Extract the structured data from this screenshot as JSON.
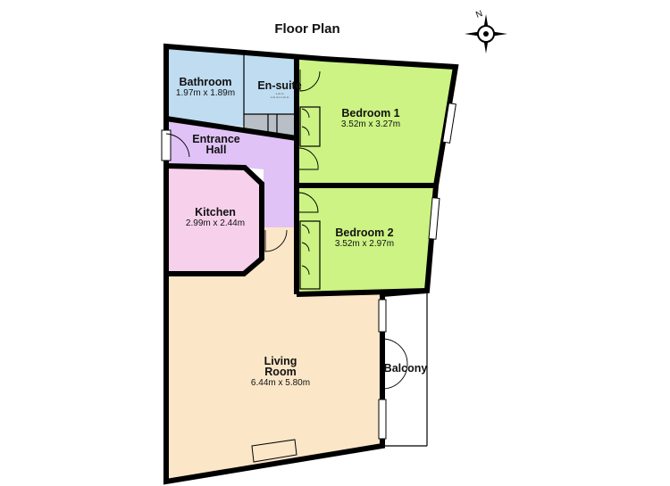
{
  "title": "Floor Plan",
  "compass": {
    "label": "N",
    "icon": "compass-rose-icon"
  },
  "colors": {
    "bathroom": "#bfdcf0",
    "ensuite": "#bfdcf0",
    "bedroom": "#ccf383",
    "hall": "#e0c2f6",
    "kitchen": "#f7d0ec",
    "living": "#fbe6c8",
    "closet": "#b8bfc6",
    "wall": "#000000"
  },
  "rooms": {
    "bathroom": {
      "name": "Bathroom",
      "dims": "1.97m x 1.89m"
    },
    "ensuite": {
      "name": "En-suite",
      "dims": "",
      "fine_print_1": "x.xx m",
      "fine_print_2": "x.xx m x x.xx m"
    },
    "bedroom1": {
      "name": "Bedroom 1",
      "dims": "3.52m x 3.27m"
    },
    "hall": {
      "name_line1": "Entrance",
      "name_line2": "Hall"
    },
    "kitchen": {
      "name": "Kitchen",
      "dims": "2.99m x 2.44m"
    },
    "bedroom2": {
      "name": "Bedroom 2",
      "dims": "3.52m x 2.97m"
    },
    "living": {
      "name_line1": "Living",
      "name_line2": "Room",
      "dims": "6.44m x 5.80m"
    },
    "balcony": {
      "name": "Balcony"
    }
  }
}
